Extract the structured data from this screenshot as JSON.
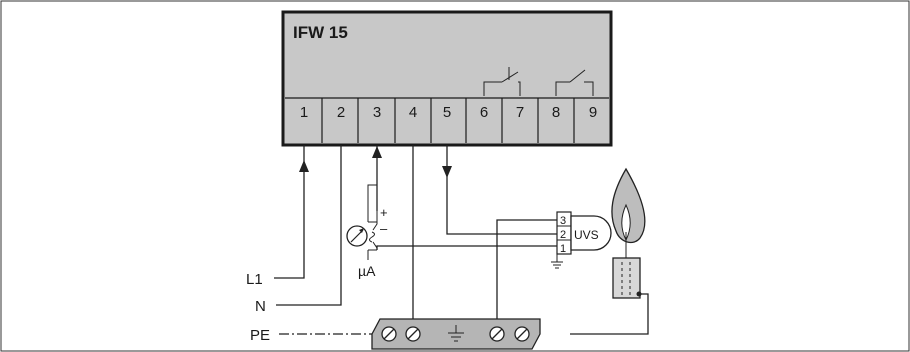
{
  "device": {
    "title": "IFW 15",
    "terminals": [
      "1",
      "2",
      "3",
      "4",
      "5",
      "6",
      "7",
      "8",
      "9"
    ]
  },
  "labels": {
    "l1": "L1",
    "n": "N",
    "pe": "PE",
    "microamp": "µA",
    "plus": "+",
    "minus": "–"
  },
  "uv_sensor": {
    "label": "UVS",
    "pins": [
      "3",
      "2",
      "1"
    ]
  },
  "colors": {
    "device_fill": "#c8c8c8",
    "terminal_strip_fill": "#b5b5b5",
    "candle_fill": "#d8d8d8",
    "flame_fill": "#bdbdbd",
    "line": "#222222"
  }
}
